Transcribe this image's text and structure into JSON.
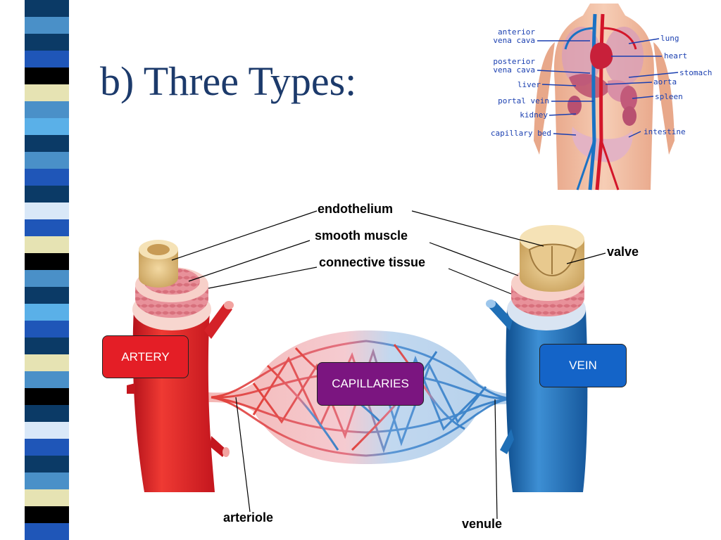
{
  "slide": {
    "title": "b) Three Types:"
  },
  "colors": {
    "title": "#1c3a6b",
    "artery": "#e0242a",
    "vein": "#1f6fb6",
    "capillaries_box": "#7b1580",
    "vein_box": "#1464c8",
    "artery_box": "#e41e26",
    "stripe_palette": [
      "#0b3a66",
      "#4a90c8",
      "#1f56b8",
      "#000000",
      "#e6e3b3",
      "#5ab0e8",
      "#d9e8f8"
    ]
  },
  "body_diagram": {
    "labels_left": [
      "anterior",
      "vena cava",
      "posterior",
      "vena cava",
      "liver",
      "portal vein",
      "kidney",
      "capillary bed"
    ],
    "labels_right": [
      "lung",
      "heart",
      "stomach",
      "aorta",
      "spleen",
      "intestine"
    ]
  },
  "vessel_diagram": {
    "layer_labels": [
      "endothelium",
      "smooth muscle",
      "connective tissue"
    ],
    "valve_label": "valve",
    "artery_label": "ARTERY",
    "vein_label": "VEIN",
    "capillaries_label": "CAPILLARIES",
    "arteriole_label": "arteriole",
    "venule_label": "venule"
  }
}
